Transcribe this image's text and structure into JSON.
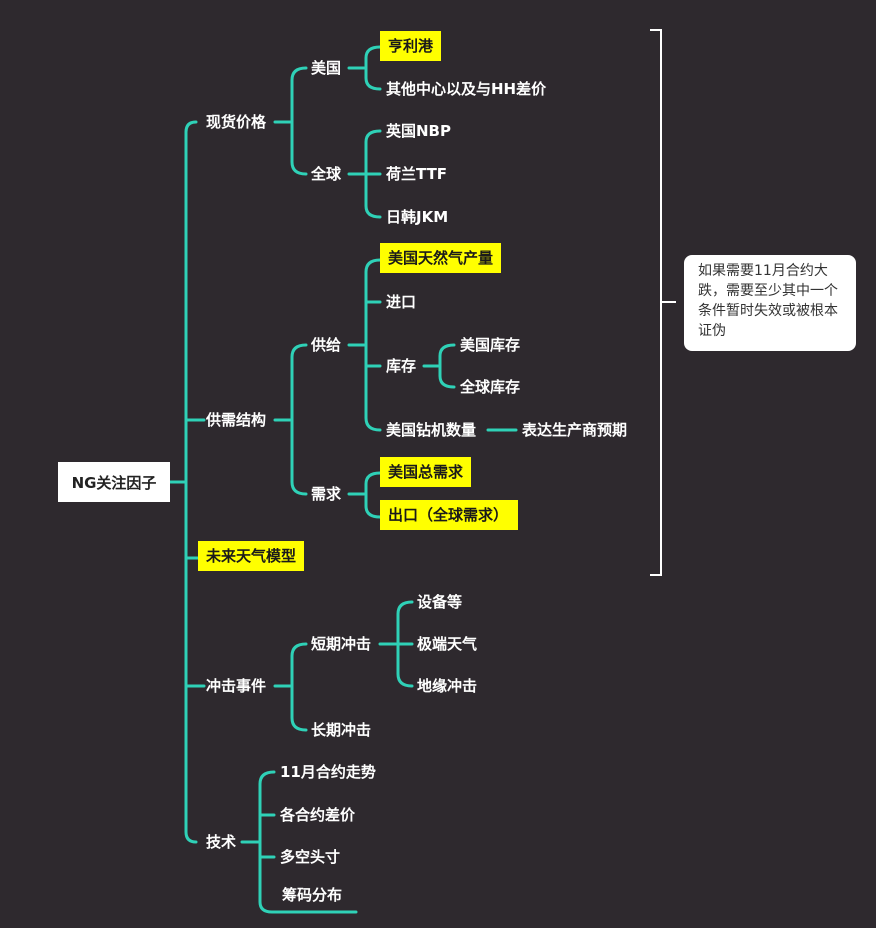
{
  "colors": {
    "background": "#2e292e",
    "connector": "#2fd1b7",
    "highlight": "#ffff00",
    "bracket": "#ffffff"
  },
  "root": "NG关注因子",
  "branches": {
    "spot": {
      "label": "现货价格",
      "us": {
        "label": "美国",
        "henry_hub": "亨利港",
        "other_hubs": "其他中心以及与HH差价"
      },
      "global": {
        "label": "全球",
        "nbp": "英国NBP",
        "ttf": "荷兰TTF",
        "jkm": "日韩JKM"
      }
    },
    "supply_demand": {
      "label": "供需结构",
      "supply": {
        "label": "供给",
        "us_production": "美国天然气产量",
        "imports": "进口",
        "storage": {
          "label": "库存",
          "us": "美国库存",
          "global": "全球库存"
        },
        "rig_count": "美国钻机数量",
        "rig_count_note": "表达生产商预期"
      },
      "demand": {
        "label": "需求",
        "us_total": "美国总需求",
        "exports": "出口（全球需求）"
      }
    },
    "weather": {
      "label": "未来天气模型"
    },
    "shocks": {
      "label": "冲击事件",
      "short_term": {
        "label": "短期冲击",
        "equipment": "设备等",
        "extreme_weather": "极端天气",
        "geopolitics": "地缘冲击"
      },
      "long_term": "长期冲击"
    },
    "technical": {
      "label": "技术",
      "nov_trend": "11月合约走势",
      "spreads": "各合约差价",
      "positions": "多空头寸",
      "distribution": "筹码分布"
    }
  },
  "callout": "如果需要11月合约大跌，需要至少其中一个条件暂时失效或被根本证伪"
}
